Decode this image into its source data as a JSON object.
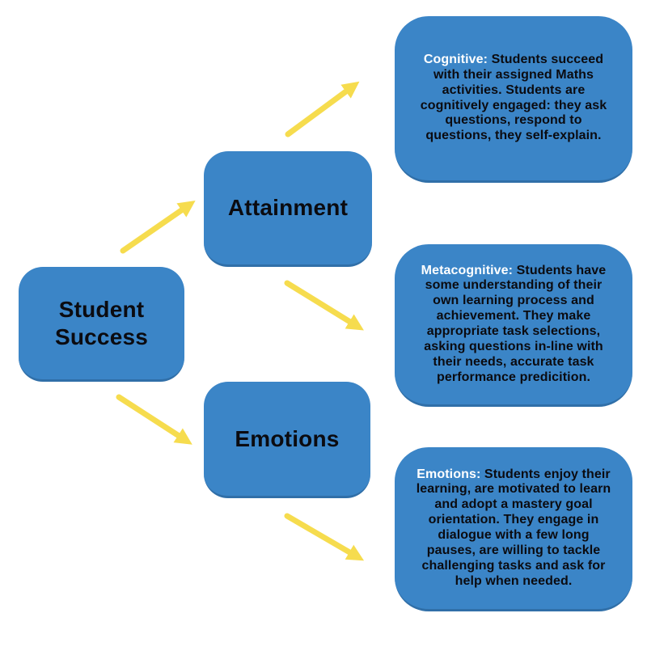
{
  "title": "Student Success concept diagram",
  "colors": {
    "box_blue": "#3B85C7",
    "box_blue_dark": "#306FA8",
    "arrow_yellow": "#F6DC4E",
    "text_ink": "#0B0B10",
    "lead_white": "#FFFFFF",
    "background": "#FFFFFF"
  },
  "nodes": {
    "student_success": {
      "label": "Student Success"
    },
    "attainment": {
      "label": "Attainment"
    },
    "emotions": {
      "label": "Emotions"
    }
  },
  "detail_boxes": [
    {
      "label": "Cognitive:",
      "text": " Students succeed with their assigned Maths activities. Students are cognitively engaged: they ask questions, respond to questions, they self-explain."
    },
    {
      "label": "Metacognitive:",
      "text": " Students have some understanding of their own learning process and achievement. They make appropriate task selections, asking questions in-line with their needs, accurate task performance predicition."
    },
    {
      "label": "Emotions:",
      "text": " Students enjoy their learning, are motivated to learn and adopt a mastery goal orientation. They engage in dialogue with a few long pauses, are willing to tackle challenging tasks and ask for help when needed."
    }
  ],
  "arrows": [
    {
      "name": "student-success-to-attainment"
    },
    {
      "name": "attainment-to-cognitive"
    },
    {
      "name": "attainment-to-metacognitive"
    },
    {
      "name": "student-success-to-emotions"
    },
    {
      "name": "emotions-to-emotions-detail"
    }
  ]
}
